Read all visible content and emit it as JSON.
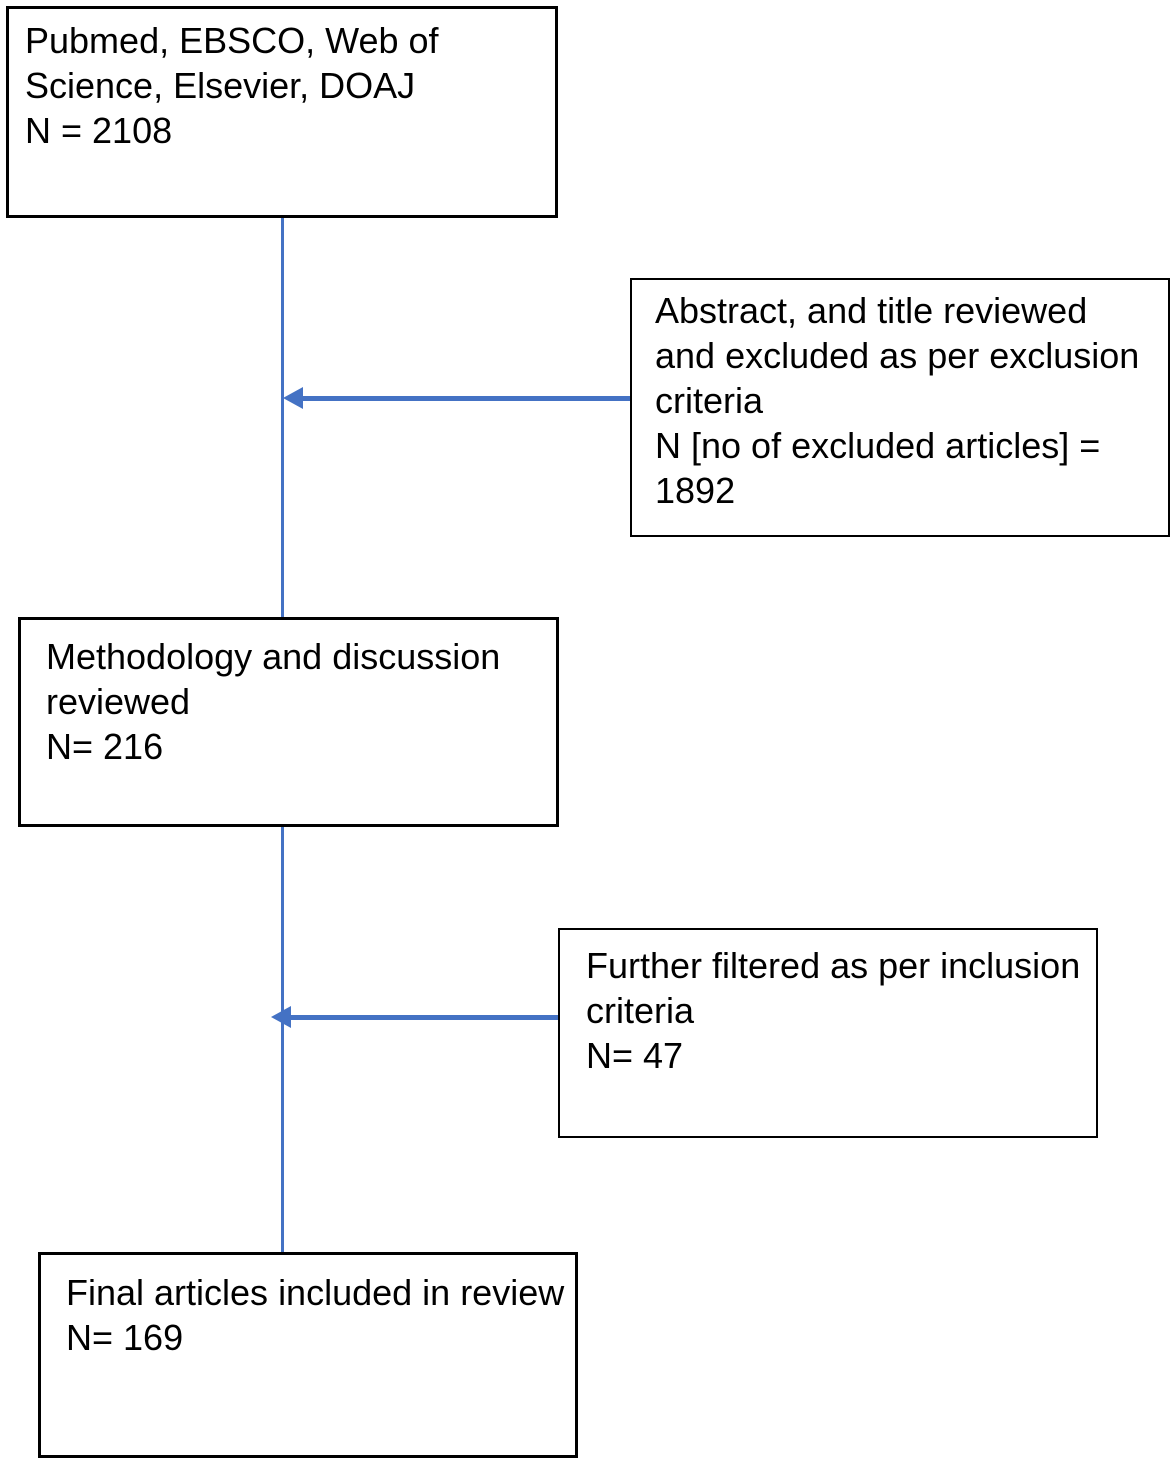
{
  "figure": {
    "type": "flowchart",
    "description": "Literature screening flow diagram",
    "colors": {
      "connector_blue": "#4472C4",
      "box_border": "#000000",
      "text": "#000000",
      "background": "#ffffff"
    },
    "boxes": [
      {
        "id": "sources",
        "text": "Pubmed, EBSCO, Web of\nScience, Elsevier, DOAJ\nN = 2108"
      },
      {
        "id": "excluded",
        "text": "Abstract, and title reviewed\nand excluded as per exclusion\ncriteria\nN [no of excluded articles] =\n1892"
      },
      {
        "id": "methodology",
        "text": "Methodology and discussion\nreviewed\nN= 216"
      },
      {
        "id": "inclusion-filter",
        "text": "Further filtered as per inclusion\ncriteria\nN= 47"
      },
      {
        "id": "final",
        "text": "Final articles included in review\nN= 169"
      }
    ],
    "connectors": [
      {
        "id": "vertical-top",
        "kind": "line",
        "from": "sources",
        "to": "methodology"
      },
      {
        "id": "vertical-bottom",
        "kind": "line",
        "from": "methodology",
        "to": "final"
      },
      {
        "id": "exclusion-arrow",
        "kind": "arrow-left",
        "from": "excluded",
        "to": "vertical-top"
      },
      {
        "id": "inclusion-arrow",
        "kind": "arrow-left",
        "from": "inclusion-filter",
        "to": "vertical-bottom"
      }
    ]
  }
}
